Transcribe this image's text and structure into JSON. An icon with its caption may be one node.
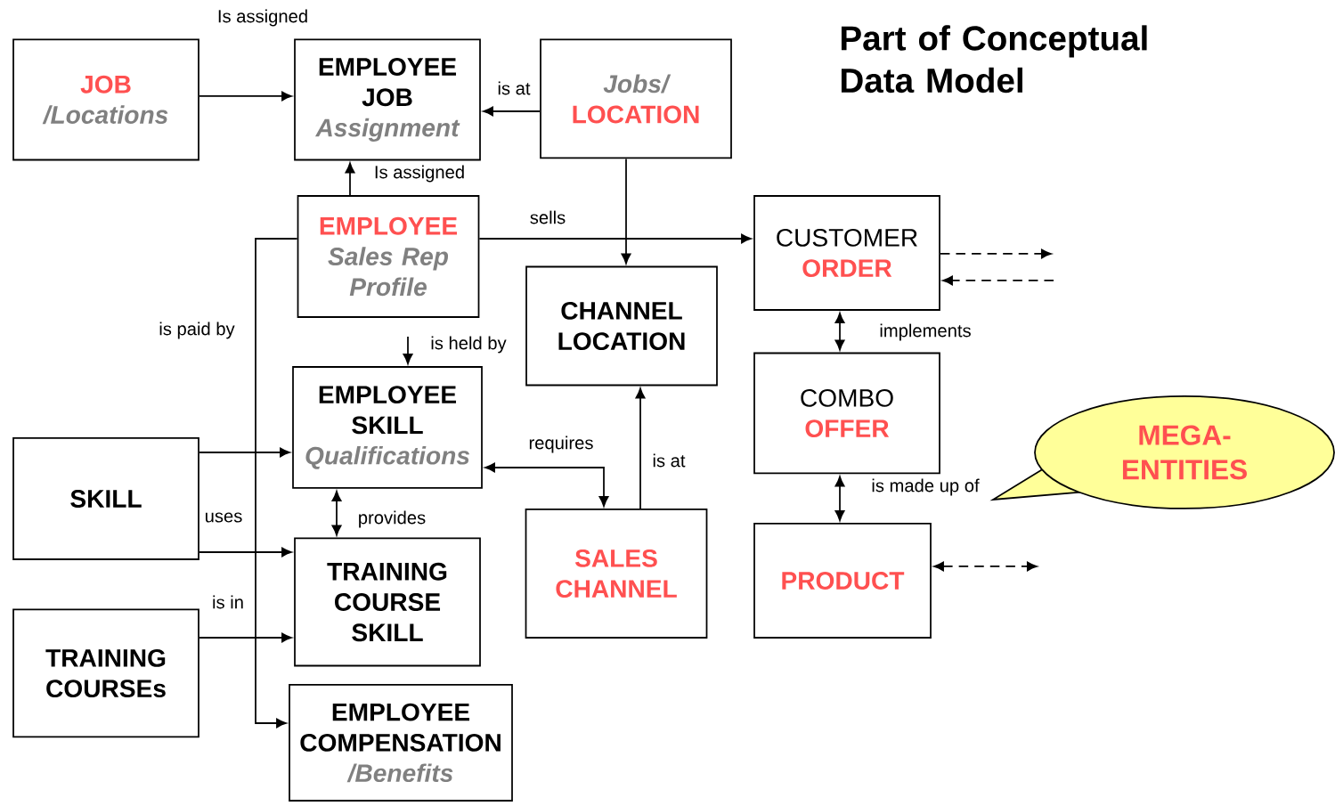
{
  "diagram": {
    "title": "Part of Conceptual Data Model",
    "nodes": [
      {
        "text": [
          "JOB",
          "/Locations"
        ]
      },
      {
        "text": [
          "EMPLOYEE JOB",
          "Assignment"
        ]
      },
      {
        "text": [
          "Jobs/",
          "LOCATION"
        ]
      },
      {
        "text": [
          "EMPLOYEE",
          "Sales Rep Profile"
        ]
      },
      {
        "text": [
          "CUSTOMER",
          "ORDER"
        ]
      },
      {
        "text": [
          "CHANNEL LOCATION"
        ]
      },
      {
        "text": [
          "EMPLOYEE SKILL",
          "Qualifications"
        ]
      },
      {
        "text": [
          "COMBO",
          "OFFER"
        ]
      },
      {
        "text": [
          "SKILL"
        ]
      },
      {
        "text": [
          "TRAINING COURSE SKILL"
        ]
      },
      {
        "text": [
          "SALES CHANNEL"
        ]
      },
      {
        "text": [
          "PRODUCT"
        ]
      },
      {
        "text": [
          "TRAINING COURSEs"
        ]
      },
      {
        "text": [
          "EMPLOYEE COMPENSATION",
          "/Benefits"
        ]
      },
      {
        "text": [
          "MEGA-ENTITIES"
        ]
      }
    ],
    "edges": [
      {
        "from": 0,
        "to": 1,
        "arrow": "to",
        "label": "Is assigned"
      },
      {
        "from": 2,
        "to": 1,
        "arrow": "to",
        "label": "is at"
      },
      {
        "from": 3,
        "to": 1,
        "arrow": "to",
        "label": "Is assigned"
      },
      {
        "from": 3,
        "to": 4,
        "arrow": "to",
        "label": "sells"
      },
      {
        "from": 2,
        "to": 5,
        "arrow": "to"
      },
      {
        "from": 3,
        "to": 6,
        "arrow": "to",
        "label": "is held by"
      },
      {
        "from": 3,
        "to": 13,
        "arrow": "to",
        "label": "is paid by"
      },
      {
        "from": 8,
        "to": 6,
        "arrow": "to"
      },
      {
        "from": 8,
        "to": 9,
        "arrow": "to",
        "label": "uses"
      },
      {
        "from": 12,
        "to": 9,
        "arrow": "to",
        "label": "is in"
      },
      {
        "from": 6,
        "to": 9,
        "arrow": "both",
        "label": "provides"
      },
      {
        "from": 10,
        "to": 6,
        "arrow": "both",
        "label": "requires"
      },
      {
        "from": 10,
        "to": 5,
        "arrow": "to",
        "label": "is at"
      },
      {
        "from": 4,
        "to": 7,
        "arrow": "both",
        "label": "implements"
      },
      {
        "from": 7,
        "to": 11,
        "arrow": "both",
        "label": "is made up of"
      },
      {
        "from": 4,
        "to": null,
        "arrow": "to",
        "style": "dashed"
      },
      {
        "from": null,
        "to": 4,
        "arrow": "to",
        "style": "dashed"
      },
      {
        "from": 11,
        "to": null,
        "arrow": "both",
        "style": "dashed"
      }
    ]
  }
}
